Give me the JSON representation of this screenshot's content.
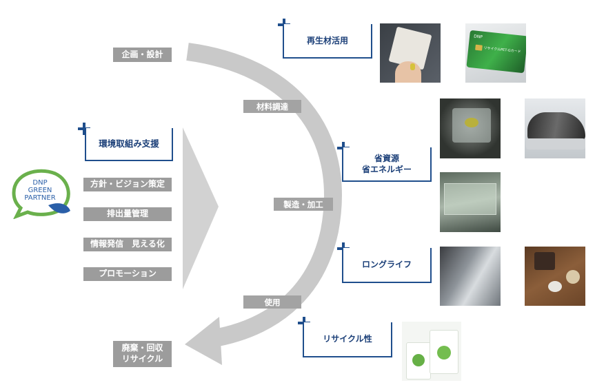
{
  "logo": {
    "line1": "DNP",
    "line2": "GREEN",
    "line3": "PARTNER"
  },
  "left_title": "環境取組み支援",
  "left_items": [
    "方針・ビジョン策定",
    "排出量管理",
    "情報発信　見える化",
    "プロモーション"
  ],
  "lifecycle": {
    "start": "企画・設計",
    "stages": [
      "材料調達",
      "製造・加工",
      "使用"
    ],
    "end_line1": "廃棄・回収",
    "end_line2": "リサイクル"
  },
  "features": {
    "recycled_materials": "再生材活用",
    "resource_saving_line1": "省資源",
    "resource_saving_line2": "省エネルギー",
    "long_life": "ロングライフ",
    "recyclability": "リサイクル性"
  },
  "photo_texts": {
    "card_logo": "DNP",
    "card_text": "リサイクルPET-Gカード"
  },
  "colors": {
    "accent_blue": "#1f4e8c",
    "gray": "#9c9c9c"
  }
}
